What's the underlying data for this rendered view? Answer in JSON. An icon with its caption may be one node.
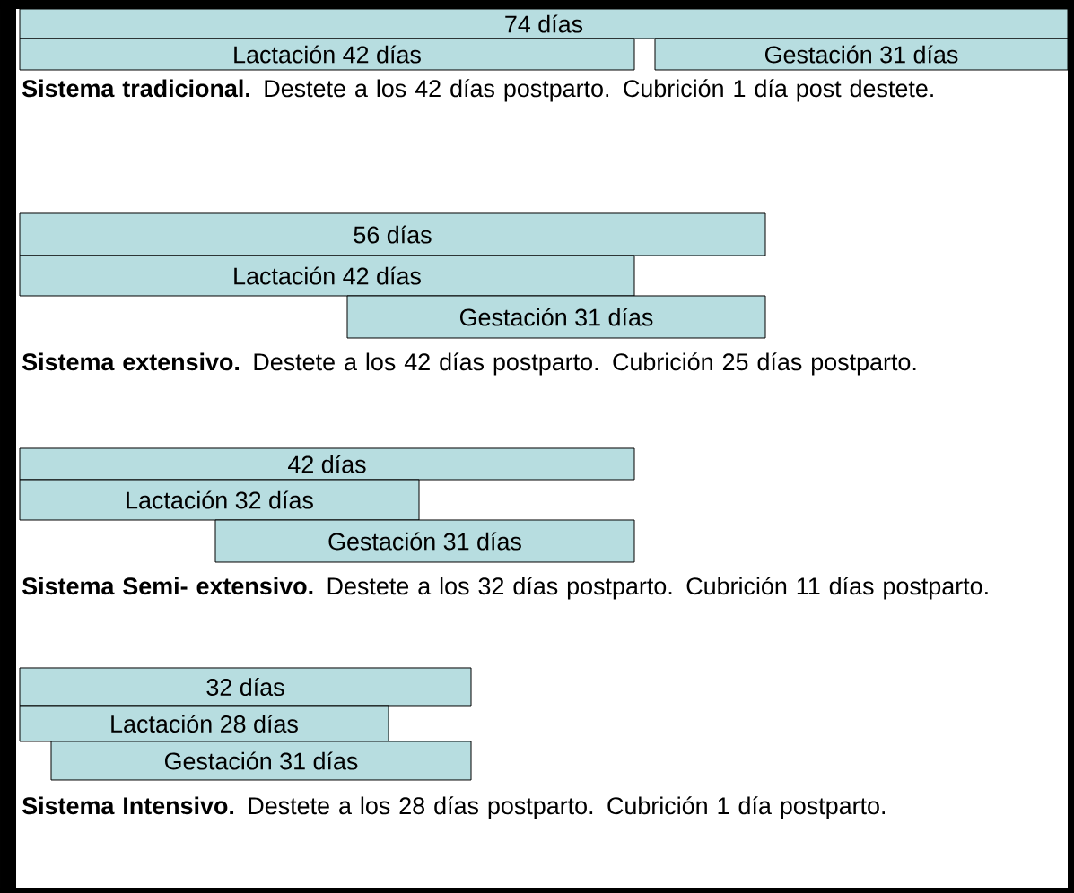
{
  "diagram": {
    "nodes": [
      {
        "text": [
          "74 días"
        ]
      },
      {
        "text": [
          "Lactación 42 días"
        ]
      },
      {
        "text": [
          "Gestación 31 días"
        ]
      },
      {
        "text": [
          "56 días"
        ]
      },
      {
        "text": [
          "Lactación 42 días"
        ]
      },
      {
        "text": [
          "Gestación 31 días"
        ]
      },
      {
        "text": [
          "42 días"
        ]
      },
      {
        "text": [
          "Lactación 32 días"
        ]
      },
      {
        "text": [
          "Gestación 31 días"
        ]
      },
      {
        "text": [
          "32 días"
        ]
      },
      {
        "text": [
          "Lactación 28 días"
        ]
      },
      {
        "text": [
          "Gestación 31 días"
        ]
      }
    ],
    "labels": [
      "**Sistema tradicional.** Destete a los 42 días postparto. Cubrición 1 día post destete.",
      "**Sistema extensivo.** Destete a los 42 días postparto. Cubrición 25 días postparto.",
      "**Sistema Semi- extensivo.** Destete a los 32 días postparto. Cubrición 11 días postparto.",
      "**Sistema Intensivo.** Destete a los 28 días postparto. Cubrición 1 día postparto."
    ]
  }
}
